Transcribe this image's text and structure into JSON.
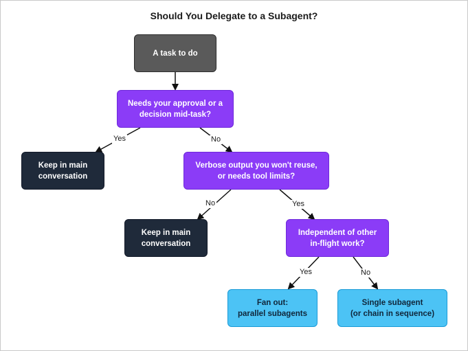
{
  "title": "Should You Delegate to a Subagent?",
  "nodes": {
    "start": "A task to do",
    "q1": "Needs your approval or a\ndecision mid-task?",
    "keep1": "Keep in main\nconversation",
    "q2": "Verbose output you won't reuse,\nor needs tool limits?",
    "keep2": "Keep in main\nconversation",
    "q3": "Independent of other\nin-flight work?",
    "fanout": "Fan out:\nparallel subagents",
    "single": "Single subagent\n(or chain in sequence)"
  },
  "edges": {
    "q1_yes": "Yes",
    "q1_no": "No",
    "q2_no": "No",
    "q2_yes": "Yes",
    "q3_yes": "Yes",
    "q3_no": "No"
  },
  "colors": {
    "start": "#5a5a5a",
    "decision": "#8b3cf7",
    "dark": "#1f2a3a",
    "light": "#4cc3f5",
    "line": "#111111"
  }
}
